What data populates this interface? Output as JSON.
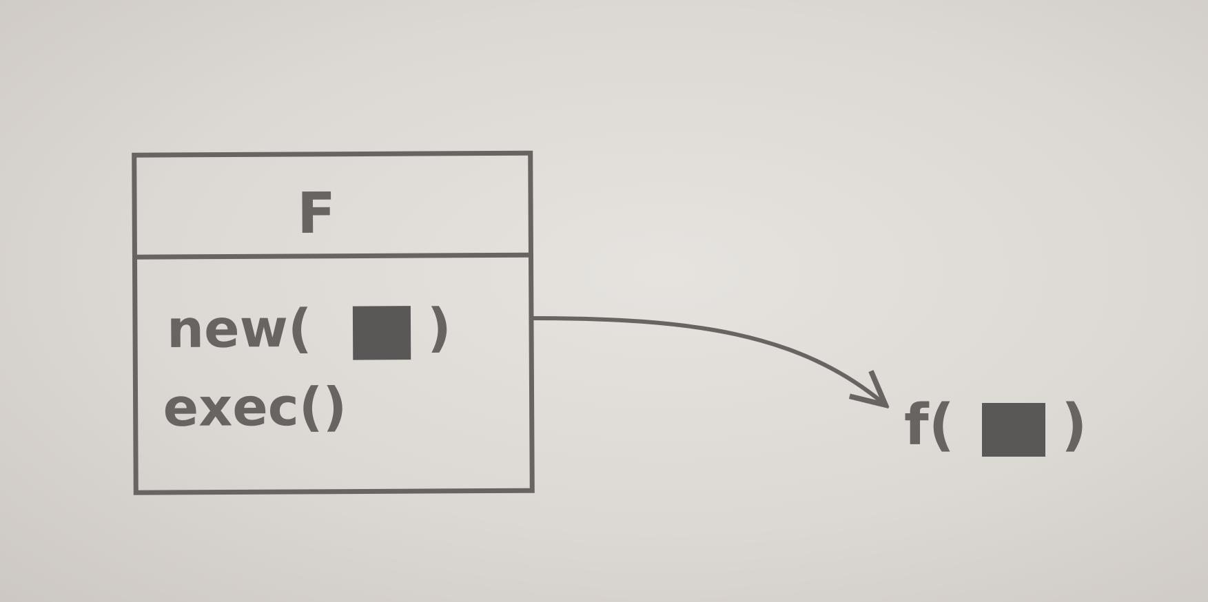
{
  "diagram": {
    "class_box": {
      "name": "F",
      "methods": [
        {
          "prefix": "new(",
          "suffix": ")"
        },
        {
          "prefix": "exec()",
          "suffix": ""
        }
      ]
    },
    "call_target": {
      "prefix": "f(",
      "suffix": ")"
    },
    "colors": {
      "ink": "#676462",
      "filled_square": "#5a5856",
      "paper": "#e6e3df"
    }
  }
}
